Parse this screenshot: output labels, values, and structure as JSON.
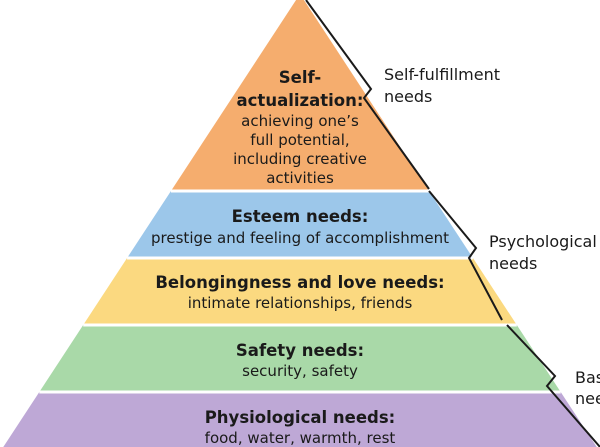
{
  "levels": [
    {
      "title_lines": [
        "Self-",
        "actualization:"
      ],
      "desc_lines": [
        "achieving one’s",
        "full potential,",
        "including creative",
        "activities"
      ],
      "color": "#f5ad6e"
    },
    {
      "title_lines": [
        "Esteem needs:"
      ],
      "desc_lines": [
        "prestige and feeling of accomplishment"
      ],
      "color": "#9cc7ea"
    },
    {
      "title_lines": [
        "Belongingness and love needs:"
      ],
      "desc_lines": [
        "intimate relationships, friends"
      ],
      "color": "#fbd980"
    },
    {
      "title_lines": [
        "Safety needs:"
      ],
      "desc_lines": [
        "security, safety"
      ],
      "color": "#a9d9a8"
    },
    {
      "title_lines": [
        "Physiological needs:"
      ],
      "desc_lines": [
        "food, water, warmth, rest"
      ],
      "color": "#bea8d6"
    }
  ],
  "brackets": [
    {
      "label_lines": [
        "Self-fulfillment",
        "needs"
      ]
    },
    {
      "label_lines": [
        "Psychological",
        "needs"
      ]
    },
    {
      "label_lines": [
        "Basic",
        "needs"
      ]
    }
  ]
}
